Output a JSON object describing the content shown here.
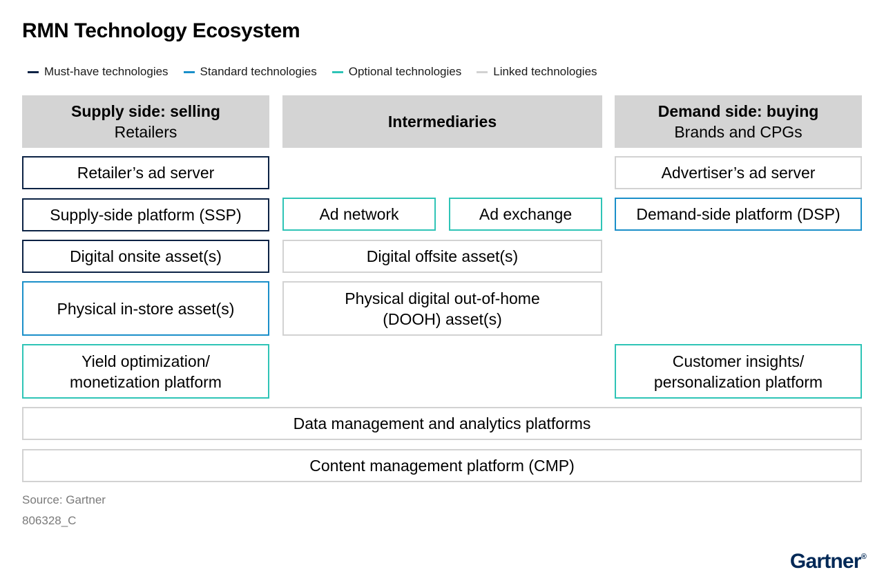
{
  "title": "RMN Technology Ecosystem",
  "legend": [
    {
      "label": "Must-have technologies",
      "color": "#0b2244"
    },
    {
      "label": "Standard technologies",
      "color": "#1a8fc9"
    },
    {
      "label": "Optional technologies",
      "color": "#2ec4b6"
    },
    {
      "label": "Linked technologies",
      "color": "#d2d2d2"
    }
  ],
  "headers": {
    "supply": {
      "title": "Supply side: selling",
      "subtitle": "Retailers"
    },
    "intermediaries": {
      "title": "Intermediaries"
    },
    "demand": {
      "title": "Demand side: buying",
      "subtitle": "Brands and CPGs"
    }
  },
  "boxes": {
    "retailer_ad_server": {
      "lines": [
        "Retailer’s ad server"
      ],
      "category": "must"
    },
    "ssp": {
      "lines": [
        "Supply-side platform (SSP)"
      ],
      "category": "must"
    },
    "digital_onsite": {
      "lines": [
        "Digital onsite asset(s)"
      ],
      "category": "must"
    },
    "physical_instore": {
      "lines": [
        "Physical in-store asset(s)"
      ],
      "category": "standard"
    },
    "yield_optimization": {
      "lines": [
        "Yield optimization/",
        "monetization platform"
      ],
      "category": "optional"
    },
    "ad_network": {
      "lines": [
        "Ad network"
      ],
      "category": "optional"
    },
    "ad_exchange": {
      "lines": [
        "Ad exchange"
      ],
      "category": "optional"
    },
    "digital_offsite": {
      "lines": [
        "Digital offsite asset(s)"
      ],
      "category": "linked"
    },
    "dooh": {
      "lines": [
        "Physical digital out-of-home",
        "(DOOH) asset(s)"
      ],
      "category": "linked"
    },
    "advertiser_ad_server": {
      "lines": [
        "Advertiser’s ad server"
      ],
      "category": "linked"
    },
    "dsp": {
      "lines": [
        "Demand-side platform (DSP)"
      ],
      "category": "standard"
    },
    "customer_insights": {
      "lines": [
        "Customer insights/",
        "personalization platform"
      ],
      "category": "optional"
    },
    "data_management": {
      "lines": [
        "Data management and analytics platforms"
      ],
      "category": "linked"
    },
    "cmp": {
      "lines": [
        "Content management platform (CMP)"
      ],
      "category": "linked"
    }
  },
  "source": "Source: Gartner",
  "doc_id": "806328_C",
  "logo": {
    "text": "Gartner",
    "mark": "®"
  }
}
